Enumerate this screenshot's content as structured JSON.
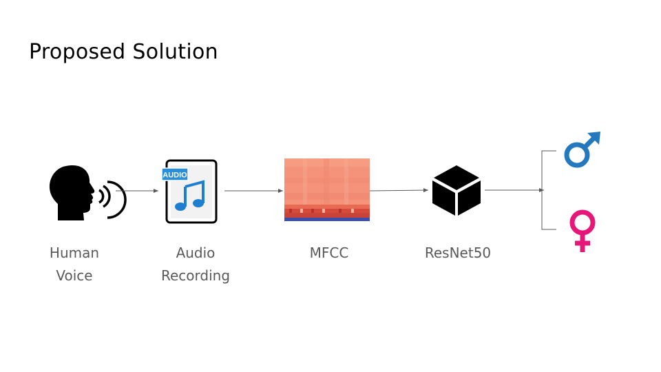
{
  "slide": {
    "title": "Proposed Solution"
  },
  "pipeline": {
    "stages": [
      {
        "id": "voice",
        "icon": "speaking-head-icon",
        "label_lines": [
          "Human",
          "Voice"
        ]
      },
      {
        "id": "audio",
        "icon": "audio-file-icon",
        "badge": "AUDIO",
        "label_lines": [
          "Audio",
          "Recording"
        ]
      },
      {
        "id": "mfcc",
        "icon": "spectrogram-image",
        "label_lines": [
          "MFCC"
        ]
      },
      {
        "id": "resnet",
        "icon": "cube-icon",
        "label_lines": [
          "ResNet50"
        ]
      }
    ],
    "outputs": [
      {
        "id": "male",
        "icon": "male-symbol-icon",
        "color": "#2478BD"
      },
      {
        "id": "female",
        "icon": "female-symbol-icon",
        "color": "#E5187A"
      }
    ]
  },
  "colors": {
    "title": "#000000",
    "labels": "#595959",
    "arrows": "#595959",
    "spectrogram_base": "#F4937A",
    "spectrogram_band": "#3A4FB0"
  }
}
